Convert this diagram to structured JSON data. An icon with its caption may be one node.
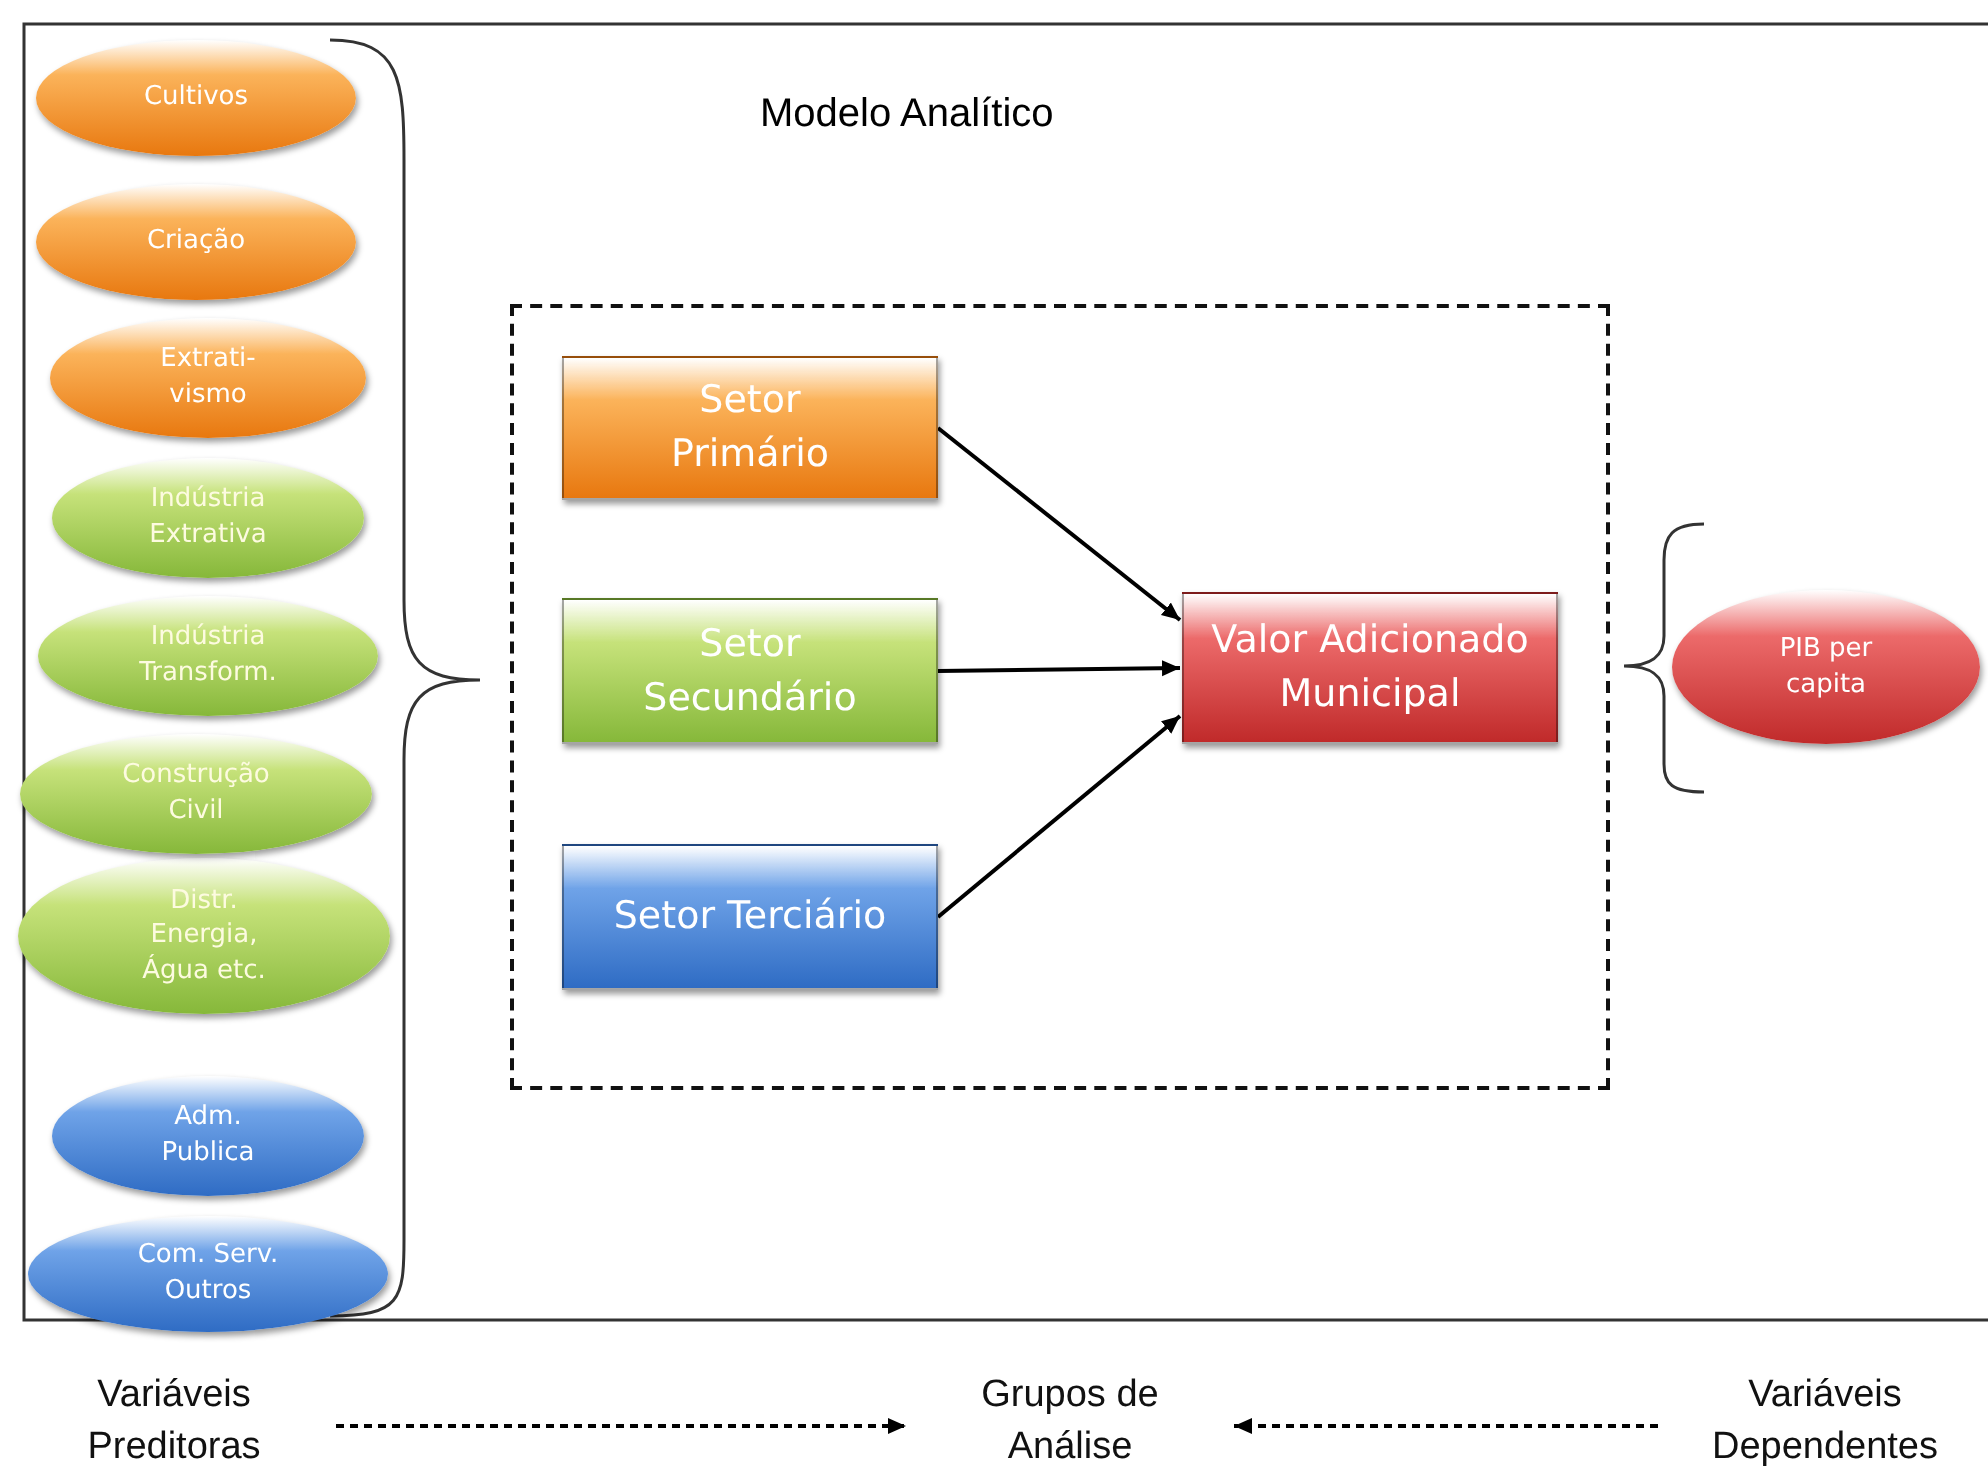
{
  "diagram": {
    "title": "Modelo Analítico",
    "nodes": [
      {
        "text": [
          "Cultivos"
        ]
      },
      {
        "text": [
          "Criação"
        ]
      },
      {
        "text": [
          "Extrati- vismo"
        ]
      },
      {
        "text": [
          "Indústria Extrativa"
        ]
      },
      {
        "text": [
          "Indústria Transform."
        ]
      },
      {
        "text": [
          "Construção Civil"
        ]
      },
      {
        "text": [
          "Distr. Energia, Água etc."
        ]
      },
      {
        "text": [
          "Adm. Publica"
        ]
      },
      {
        "text": [
          "Com. Serv. Outros"
        ]
      },
      {
        "text": [],
        "shape": "box"
      },
      {
        "text": [
          "Setor Primário"
        ],
        "in": 9
      },
      {
        "text": [
          "Setor Secundário"
        ],
        "in": 9
      },
      {
        "text": [
          "Setor Terciário"
        ],
        "in": 9
      },
      {
        "text": [
          "Valor Adicionado Municipal"
        ],
        "in": 9
      },
      {
        "text": [
          "PIB per capita"
        ]
      },
      {
        "text": [
          "Variáveis Preditoras"
        ]
      },
      {
        "text": [
          "Grupos de Análise"
        ]
      },
      {
        "text": [
          "Variáveis Dependentes"
        ]
      }
    ],
    "edges": [
      {
        "from": 10,
        "to": 13,
        "arrow": "to"
      },
      {
        "from": 11,
        "to": 13,
        "arrow": "to"
      },
      {
        "from": 12,
        "to": 13,
        "arrow": "to"
      },
      {
        "from": 15,
        "to": 16,
        "arrow": "to",
        "style": "dashed"
      },
      {
        "from": 17,
        "to": 16,
        "arrow": "to",
        "style": "dashed"
      }
    ]
  }
}
